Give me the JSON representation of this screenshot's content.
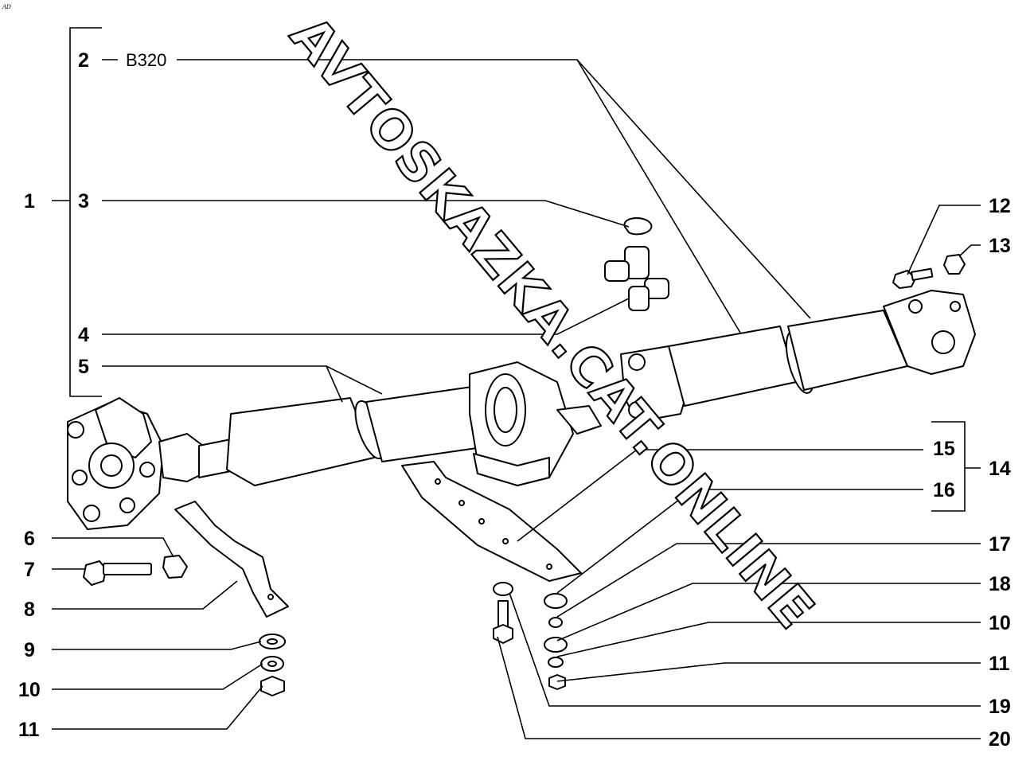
{
  "diagram": {
    "corner_mark": "AD",
    "watermark": "AVTOSKAZKA.CAT.ONLINE",
    "callouts": [
      {
        "id": "c1",
        "text": "1"
      },
      {
        "id": "c2",
        "text": "2",
        "code": "B320"
      },
      {
        "id": "c3",
        "text": "3"
      },
      {
        "id": "c4",
        "text": "4"
      },
      {
        "id": "c5",
        "text": "5"
      },
      {
        "id": "c6",
        "text": "6"
      },
      {
        "id": "c7",
        "text": "7"
      },
      {
        "id": "c8",
        "text": "8"
      },
      {
        "id": "c9",
        "text": "9"
      },
      {
        "id": "c10a",
        "text": "10"
      },
      {
        "id": "c11a",
        "text": "11"
      },
      {
        "id": "c12",
        "text": "12"
      },
      {
        "id": "c13",
        "text": "13"
      },
      {
        "id": "c14",
        "text": "14"
      },
      {
        "id": "c15",
        "text": "15"
      },
      {
        "id": "c16",
        "text": "16"
      },
      {
        "id": "c17",
        "text": "17"
      },
      {
        "id": "c18",
        "text": "18"
      },
      {
        "id": "c10b",
        "text": "10"
      },
      {
        "id": "c11b",
        "text": "11"
      },
      {
        "id": "c19",
        "text": "19"
      },
      {
        "id": "c20",
        "text": "20"
      }
    ]
  }
}
